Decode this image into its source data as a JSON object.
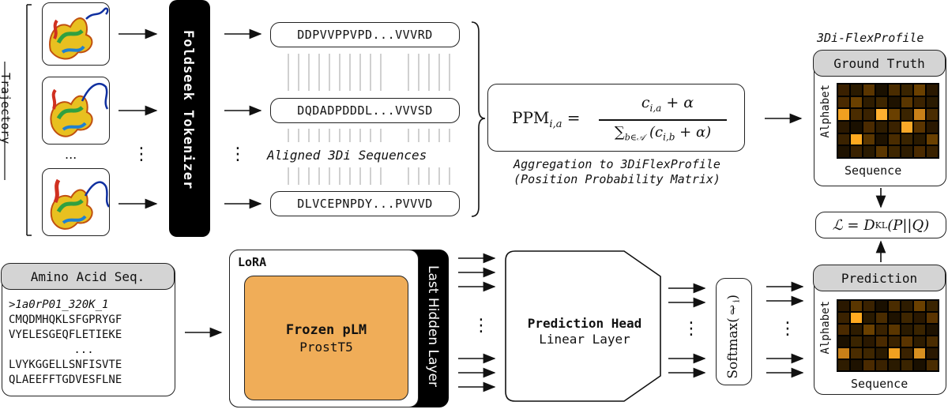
{
  "trajectory_label": "Trajectory",
  "tokenizer_label": "Foldseek Tokenizer",
  "sequences": [
    "DDPVVPPVPD...VVVRD",
    "DQDADPDDDL...VVVSD",
    "DLVCEPNPDY...PVVVD"
  ],
  "aligned_label": "Aligned 3Di Sequences",
  "ellipsis_h": "...",
  "ellipsis_v": "⋮",
  "aggregation_line1": "Aggregation to 3DiFlexProfile",
  "aggregation_line2": "(Position Probability Matrix)",
  "profile_title": "3Di-FlexProfile",
  "ground_truth_label": "Ground Truth",
  "alphabet_label": "Alphabet",
  "sequence_label": "Sequence",
  "prediction_label": "Prediction",
  "amino_title": "Amino Acid Seq.",
  "amino_lines": [
    ">1a0rP01_320K_1",
    "CMQDMHQKLSFGPRYGF",
    "VYELESGEQFLETIEKE",
    "...",
    "LVYKGGELLSNFISVTE",
    "QLAEEFFTGDVESFLNE"
  ],
  "lora_label": "LoRA",
  "frozen_title": "Frozen pLM",
  "frozen_sub": "ProstT5",
  "last_hidden_label": "Last Hidden Layer",
  "head_title": "Prediction Head",
  "head_sub": "Linear Layer",
  "colors": {
    "frozen_fill": "#f0ad58",
    "pill_gray": "#d4d4d4",
    "bar_black": "#000000"
  },
  "heatmap_gt": [
    [
      "#3a2000",
      "#2a1a00",
      "#5a3500",
      "#1a1000",
      "#4a2c00",
      "#3a2400",
      "#6a4000",
      "#2a1800"
    ],
    [
      "#4a2a00",
      "#6a4000",
      "#2e1c00",
      "#3e2600",
      "#1e1200",
      "#5a3600",
      "#3a2200",
      "#2a1a00"
    ],
    [
      "#f0a020",
      "#4a2c00",
      "#3a2200",
      "#ffb030",
      "#6a4000",
      "#3a2400",
      "#c88018",
      "#4a2c00"
    ],
    [
      "#2a1800",
      "#1a1000",
      "#4a2a00",
      "#2e1c00",
      "#3a2200",
      "#f8a828",
      "#5a3400",
      "#2a1800"
    ],
    [
      "#3a2200",
      "#ffaa20",
      "#5a3600",
      "#1e1200",
      "#4a2c00",
      "#3a2400",
      "#2a1a00",
      "#6a4000"
    ],
    [
      "#1e1200",
      "#3a2200",
      "#2a1a00",
      "#5a3600",
      "#3e2600",
      "#2e1c00",
      "#4a2a00",
      "#3a2200"
    ]
  ],
  "heatmap_pred": [
    [
      "#2a1800",
      "#5a3600",
      "#3a2200",
      "#1a1000",
      "#4a2c00",
      "#2e1c00",
      "#6a4000",
      "#3a2400"
    ],
    [
      "#3a2200",
      "#ffaa20",
      "#2a1a00",
      "#4a2c00",
      "#1e1200",
      "#3e2600",
      "#2a1800",
      "#5a3400"
    ],
    [
      "#4a2a00",
      "#2e1c00",
      "#6a4000",
      "#3a2200",
      "#5a3600",
      "#2a1a00",
      "#3a2400",
      "#1e1200"
    ],
    [
      "#1a1000",
      "#3a2400",
      "#2a1800",
      "#4a2a00",
      "#3a2200",
      "#5a3400",
      "#2e1c00",
      "#4a2c00"
    ],
    [
      "#c88018",
      "#4a2c00",
      "#3e2600",
      "#2a1a00",
      "#f0a020",
      "#3a2200",
      "#d89020",
      "#2a1800"
    ],
    [
      "#2e1c00",
      "#1e1200",
      "#4a2a00",
      "#3a2200",
      "#2a1a00",
      "#3a2400",
      "#1a1000",
      "#4a2c00"
    ]
  ]
}
